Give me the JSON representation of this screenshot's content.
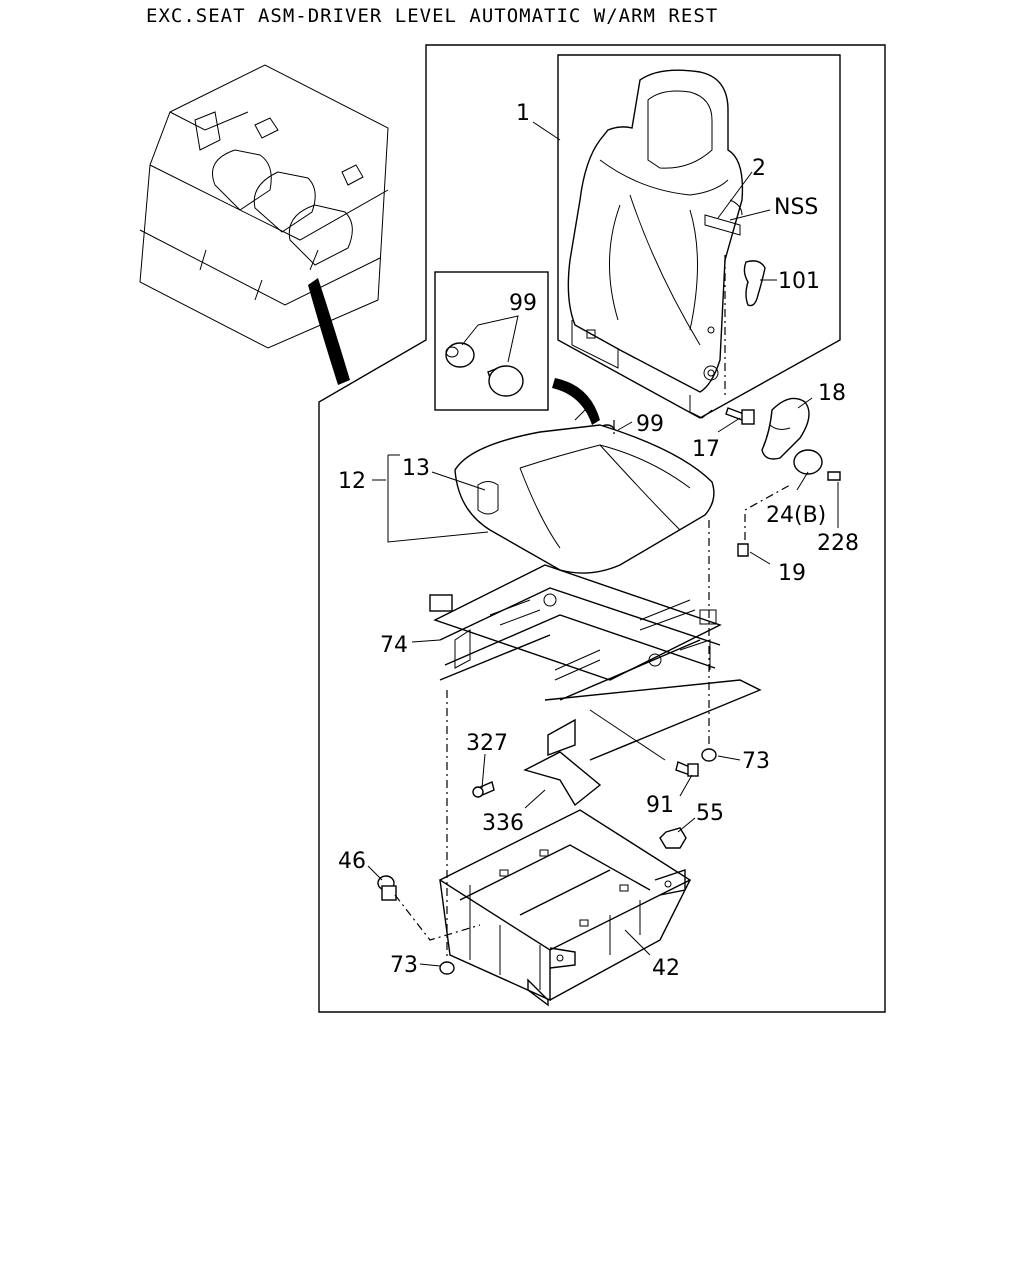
{
  "title": "EXC.SEAT ASM-DRIVER LEVEL AUTOMATIC W/ARM REST",
  "callouts": {
    "c1": "1",
    "c2": "2",
    "nss": "NSS",
    "c101": "101",
    "c99a": "99",
    "c99b": "99",
    "c18": "18",
    "c17": "17",
    "c13": "13",
    "c12": "12",
    "c24b": "24(B)",
    "c228": "228",
    "c19": "19",
    "c74": "74",
    "c327": "327",
    "c73a": "73",
    "c91": "91",
    "c55": "55",
    "c336": "336",
    "c46": "46",
    "c73b": "73",
    "c42": "42"
  }
}
